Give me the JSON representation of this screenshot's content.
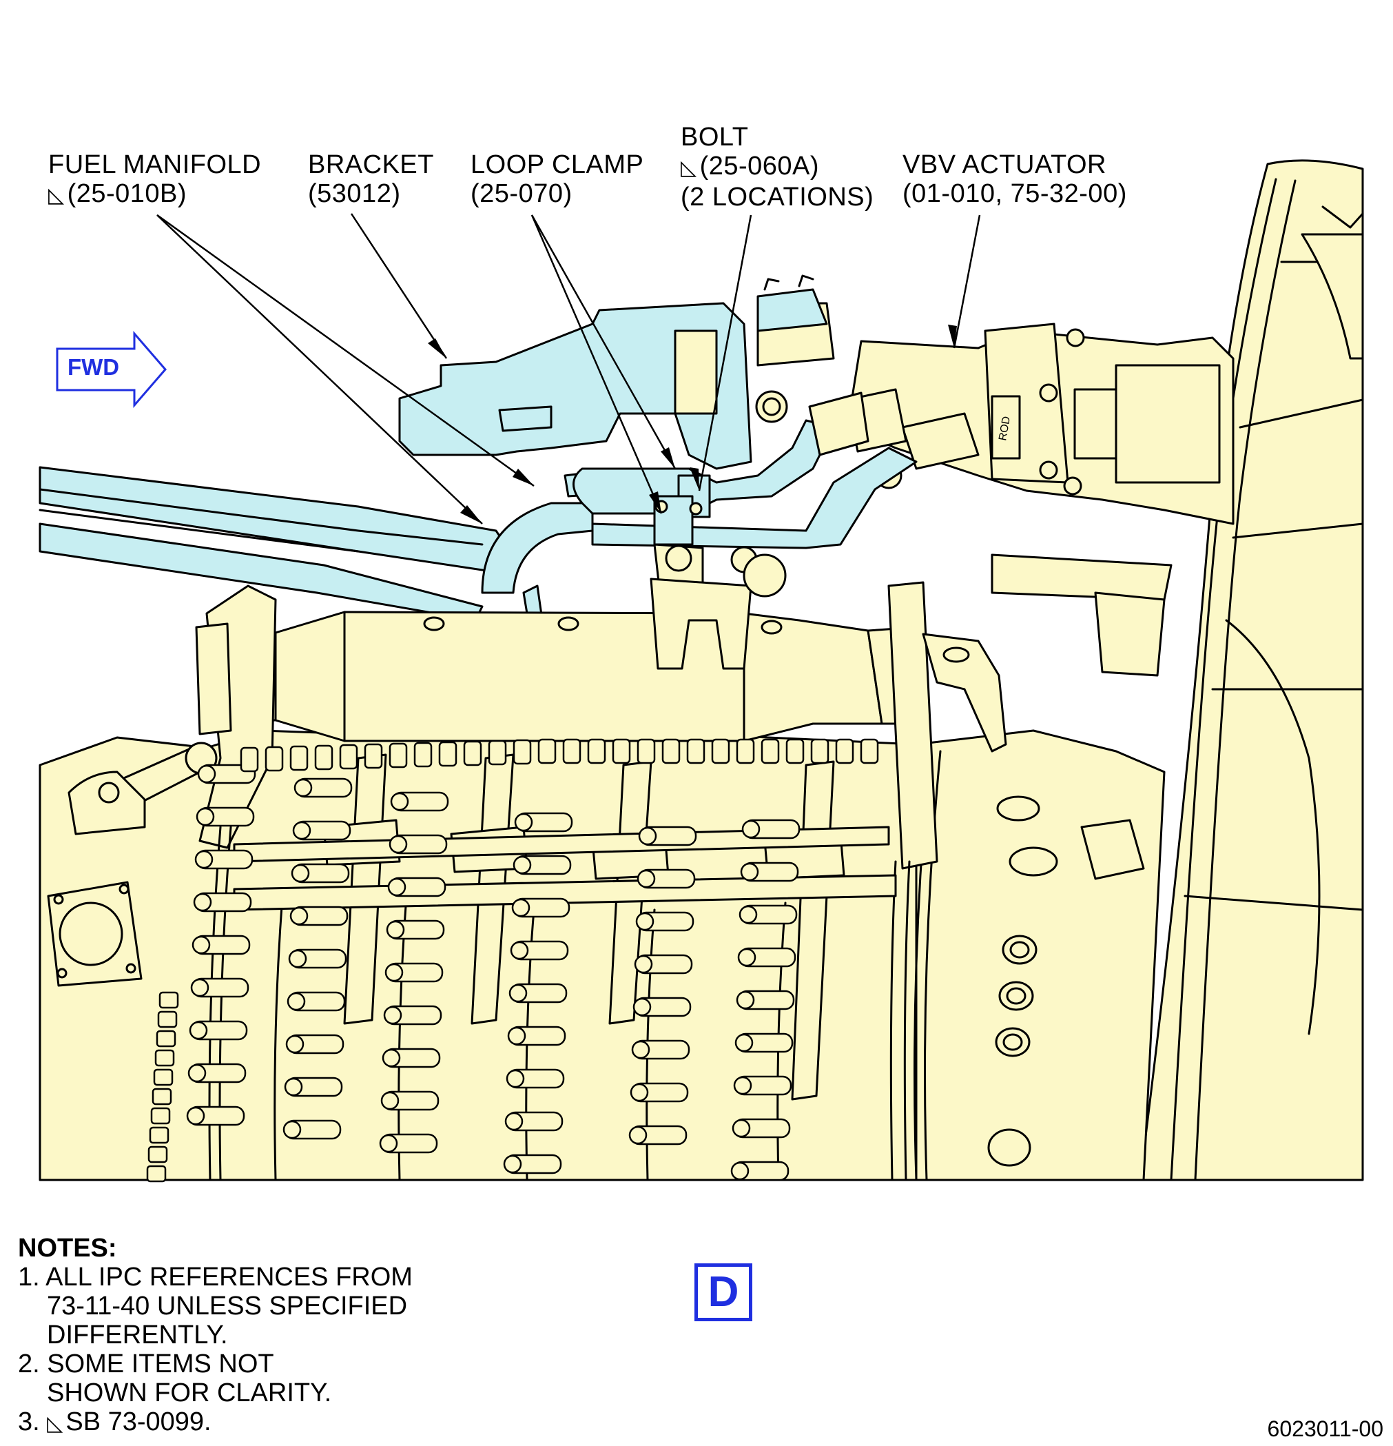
{
  "labels": {
    "fuel_manifold": {
      "name": "FUEL MANIFOLD",
      "ref": "(25-010B)"
    },
    "bracket": {
      "name": "BRACKET",
      "ref": "(53012)"
    },
    "loop_clamp": {
      "name": "LOOP CLAMP",
      "ref": "(25-070)"
    },
    "bolt": {
      "name": "BOLT",
      "ref": "(25-060A)",
      "qty": "(2 LOCATIONS)"
    },
    "vbv_actuator": {
      "name": "VBV ACTUATOR",
      "ref": "(01-010, 75-32-00)"
    }
  },
  "fwd_arrow": "FWD",
  "notes": {
    "heading": "NOTES:",
    "n1_a": "1. ALL IPC REFERENCES FROM",
    "n1_b": "73-11-40 UNLESS SPECIFIED",
    "n1_c": "DIFFERENTLY.",
    "n2_a": "2. SOME ITEMS NOT",
    "n2_b": "SHOWN FOR CLARITY.",
    "n3_prefix": "3.",
    "n3_text": "SB 73-0099."
  },
  "view_label": "D",
  "figure_number": "6023011-00",
  "colors": {
    "engine_fill": "#fcf8c8",
    "highlight_fill": "#c7eef2",
    "line": "#000000",
    "accent_blue": "#1f2fe0"
  }
}
